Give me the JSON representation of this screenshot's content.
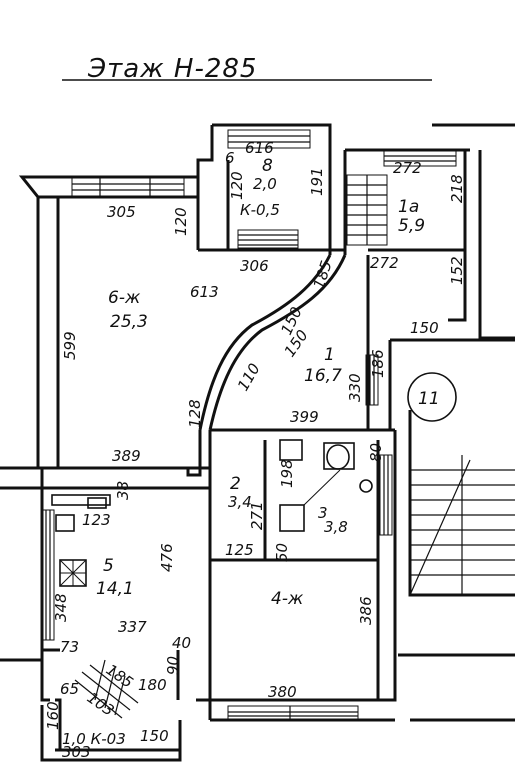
{
  "header": {
    "title": "Этаж Н-285"
  },
  "rooms": {
    "r6": {
      "name": "6-ж",
      "area": "25,3"
    },
    "r5": {
      "name": "5",
      "area": "14,1"
    },
    "r4": {
      "name": "4-ж",
      "area": ""
    },
    "r1": {
      "name": "1",
      "area": "16,7"
    },
    "r1a": {
      "name": "1а",
      "area": "5,9"
    },
    "r2": {
      "name": "2",
      "area": "3,4"
    },
    "r3": {
      "name": "3",
      "area": "3,8"
    },
    "r8": {
      "name": "8",
      "area": "2,0"
    },
    "k05": {
      "label": "К-0,5"
    },
    "k03": {
      "label": "1,0 К-03"
    },
    "circle": {
      "number": "11"
    }
  },
  "dims": {
    "d305": "305",
    "d120a": "120",
    "d616": "616",
    "d120b": "120",
    "d191": "191",
    "d272": "272",
    "d218": "218",
    "d306": "306",
    "d185a": "185",
    "d272b": "272",
    "d152": "152",
    "d613": "613",
    "d599": "599",
    "d150a": "150",
    "d150b": "150",
    "d150c": "150",
    "d110": "110",
    "d186": "186",
    "d330": "330",
    "d128": "128",
    "d399": "399",
    "d389": "389",
    "d80": "80",
    "d198": "198",
    "d38": "38",
    "d123": "123",
    "d271": "271",
    "d125": "125",
    "d50": "50",
    "d476": "476",
    "d348": "348",
    "d337": "337",
    "d386": "386",
    "d73": "73",
    "d40": "40",
    "d185b": "185",
    "d180": "180",
    "d90": "90",
    "d65": "65",
    "d103": "103",
    "d160": "160",
    "d380": "380",
    "d303": "303",
    "d150d": "150",
    "d6": "6"
  }
}
